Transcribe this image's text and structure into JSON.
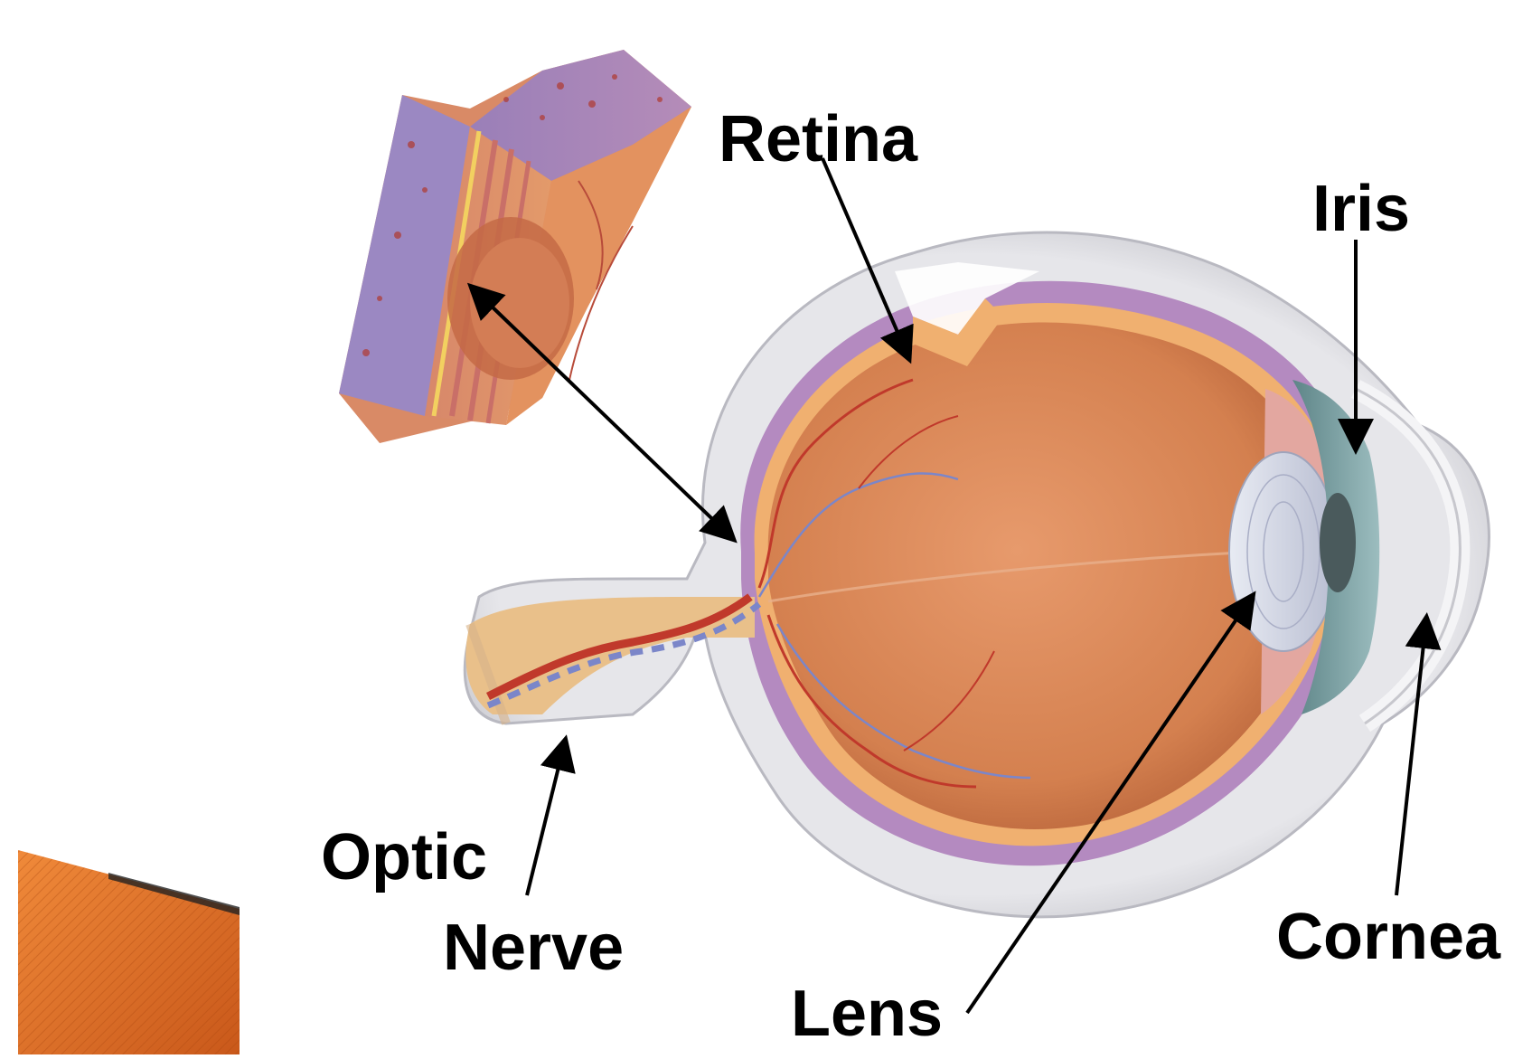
{
  "diagram": {
    "labels": {
      "retina": "Retina",
      "iris": "Iris",
      "optic": "Optic",
      "nerve": "Nerve",
      "cornea": "Cornea",
      "lens": "Lens"
    },
    "colors": {
      "background": "#ffffff",
      "sclera": "#dcdcde",
      "sclera_edge": "#f4f4f6",
      "retina_layer": "#f0b070",
      "choroid": "#b48ac0",
      "vitreous": "#d98a5c",
      "vitreous_dark": "#b8603a",
      "iris": "#7fa5a8",
      "lens": "#cfd3e2",
      "vessel_red": "#c0392b",
      "vessel_blue": "#7b86c9",
      "optic_nerve": "#e9c08a",
      "slide_accent": "#e07020",
      "label_text": "#000000"
    }
  }
}
